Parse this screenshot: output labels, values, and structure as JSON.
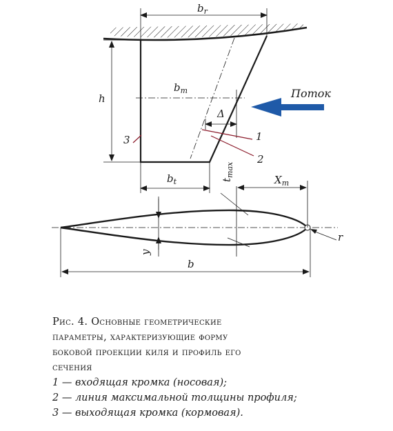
{
  "figure": {
    "labels": {
      "b_r": "b",
      "b_r_sub": "r",
      "b_m": "b",
      "b_m_sub": "m",
      "b_t": "b",
      "b_t_sub": "t",
      "h": "h",
      "delta": "Δ",
      "flow": "Поток",
      "n1": "1",
      "n2": "2",
      "n3": "3",
      "t_max": "t",
      "t_max_sub": "max",
      "x_m": "X",
      "x_m_sub": "m",
      "y": "y",
      "b": "b",
      "r": "r"
    },
    "colors": {
      "arrow": "#1f5aa8",
      "callout": "#8b1a2a",
      "ink": "#1a1a1a"
    }
  },
  "caption": {
    "title_lines": [
      "Рис. 4. Основные геометрические",
      "параметры, характеризующие форму",
      "боковой проекции киля и профиль его",
      "сечения"
    ],
    "items": [
      "1 — входящая кромка (носовая);",
      "2 — линия максимальной толщины профиля;",
      "3 — выходящая кромка (кормовая)."
    ]
  }
}
